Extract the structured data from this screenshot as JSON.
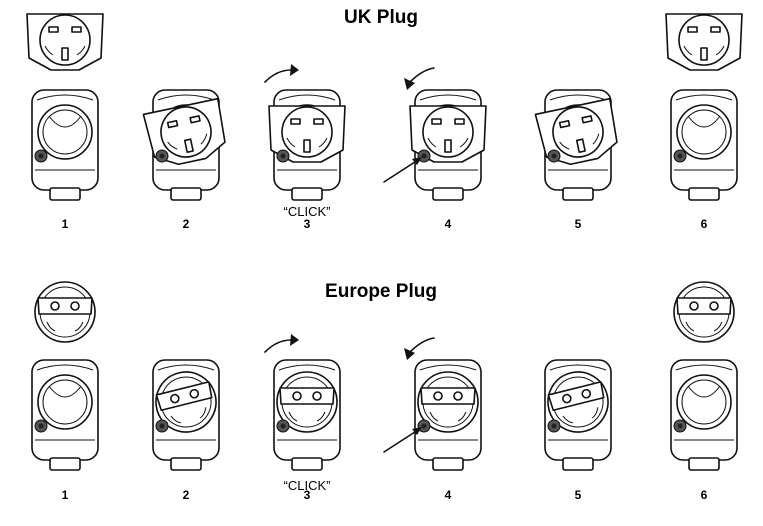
{
  "sections": [
    {
      "id": "uk",
      "title": "UK Plug",
      "plug_type": "uk",
      "click_label": "“CLICK”",
      "steps": [
        {
          "num": "1",
          "adapter": false,
          "rotation": "none",
          "arrow": "none",
          "pointer": false
        },
        {
          "num": "2",
          "adapter": true,
          "rotation": "tilted",
          "arrow": "none",
          "pointer": false
        },
        {
          "num": "3",
          "adapter": true,
          "rotation": "straight",
          "arrow": "clockwise",
          "pointer": false
        },
        {
          "num": "4",
          "adapter": true,
          "rotation": "straight",
          "arrow": "counter-clockwise",
          "pointer": true
        },
        {
          "num": "5",
          "adapter": true,
          "rotation": "tilted",
          "arrow": "none",
          "pointer": false
        },
        {
          "num": "6",
          "adapter": false,
          "rotation": "none",
          "arrow": "none",
          "pointer": false
        }
      ]
    },
    {
      "id": "europe",
      "title": "Europe Plug",
      "plug_type": "europe",
      "click_label": "“CLICK”",
      "steps": [
        {
          "num": "1",
          "adapter": false,
          "rotation": "none",
          "arrow": "none",
          "pointer": false
        },
        {
          "num": "2",
          "adapter": true,
          "rotation": "tilted",
          "arrow": "none",
          "pointer": false
        },
        {
          "num": "3",
          "adapter": true,
          "rotation": "straight",
          "arrow": "clockwise",
          "pointer": false
        },
        {
          "num": "4",
          "adapter": true,
          "rotation": "straight",
          "arrow": "counter-clockwise",
          "pointer": true
        },
        {
          "num": "5",
          "adapter": true,
          "rotation": "tilted",
          "arrow": "none",
          "pointer": false
        },
        {
          "num": "6",
          "adapter": false,
          "rotation": "none",
          "arrow": "none",
          "pointer": false
        }
      ]
    }
  ]
}
